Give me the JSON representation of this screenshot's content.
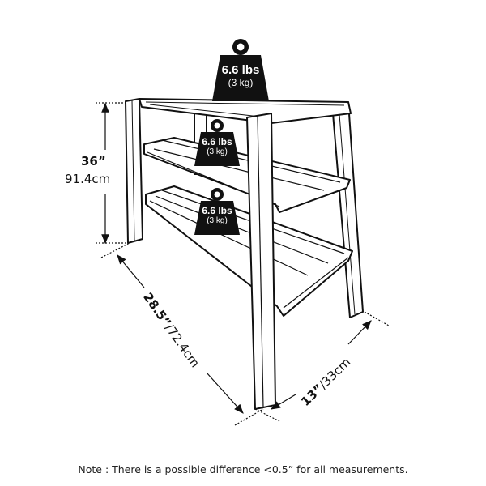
{
  "diagram": {
    "subject": "3-tier slatted wooden shelf / console table",
    "dimensions": {
      "height": {
        "imperial": "36”",
        "metric": "91.4cm"
      },
      "width": {
        "imperial": "28.5”",
        "separator": "/",
        "metric": "72.4cm"
      },
      "depth": {
        "imperial": "13”",
        "separator": "/",
        "metric": "33cm"
      }
    },
    "weights": [
      {
        "tier": "top",
        "lbs": "6.6 lbs",
        "kg": "(3 kg)"
      },
      {
        "tier": "middle",
        "lbs": "6.6 lbs",
        "kg": "(3 kg)"
      },
      {
        "tier": "bottom",
        "lbs": "6.6 lbs",
        "kg": "(3 kg)"
      }
    ],
    "note": "Note : There is a possible difference <0.5” for all measurements.",
    "colors": {
      "line": "#111111",
      "weight_fill": "#111111",
      "background": "#ffffff"
    }
  }
}
